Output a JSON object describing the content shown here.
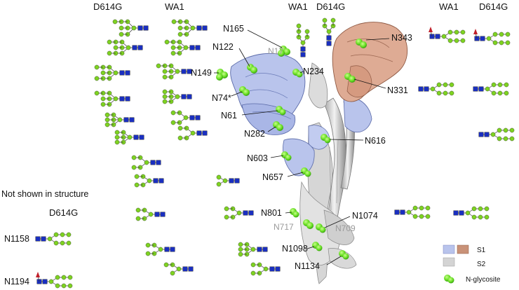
{
  "headers": {
    "d614g_left": "D614G",
    "wa1_left": "WA1",
    "wa1_mid": "WA1",
    "d614g_mid": "D614G",
    "wa1_right": "WA1",
    "d614g_right": "D614G",
    "d614g_bottom": "D614G"
  },
  "not_shown_title": "Not shown in structure",
  "sites": {
    "N165": "N165",
    "N17": "N17",
    "N122": "N122",
    "N149": "N149",
    "N234": "N234",
    "N74": "N74*",
    "N61": "N61",
    "N282": "N282",
    "N343": "N343",
    "N331": "N331",
    "N616": "N616",
    "N603": "N603",
    "N657": "N657",
    "N801": "N801",
    "N717": "N717",
    "N1074": "N1074",
    "N709": "N709",
    "N1098": "N1098",
    "N1134": "N1134",
    "N1158": "N1158",
    "N1194": "N1194"
  },
  "legend": {
    "s1": "S1",
    "s2": "S2",
    "glyco": "N-glycosite"
  },
  "colors": {
    "glcnac": "#1a2fbf",
    "mannose": "#7ed321",
    "galactose": "#f5e52a",
    "fucose": "#c0202a",
    "s1_blue": "#b9c4ec",
    "s1_tan": "#d9a088",
    "s2_grey": "#d4d4d4",
    "glycosite": "#66dd22"
  }
}
